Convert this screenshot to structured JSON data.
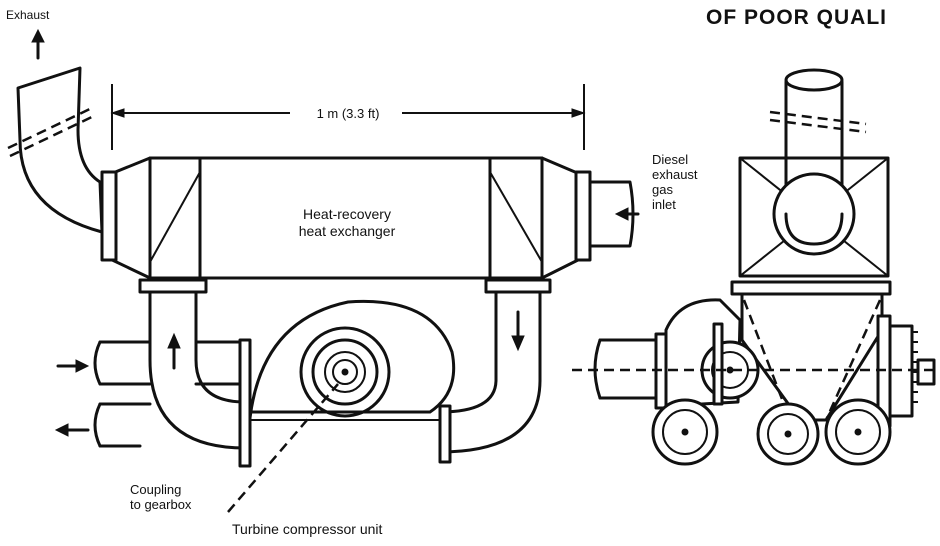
{
  "stamp": "OF POOR QUALI",
  "labels": {
    "exhaust": "Exhaust",
    "dimension": "1 m (3.3 ft)",
    "heat_exchanger": "Heat-recovery\nheat exchanger",
    "diesel_inlet": "Diesel\nexhaust\ngas\ninlet",
    "coupling": "Coupling\nto gearbox",
    "turbine_unit": "Turbine compressor unit"
  }
}
